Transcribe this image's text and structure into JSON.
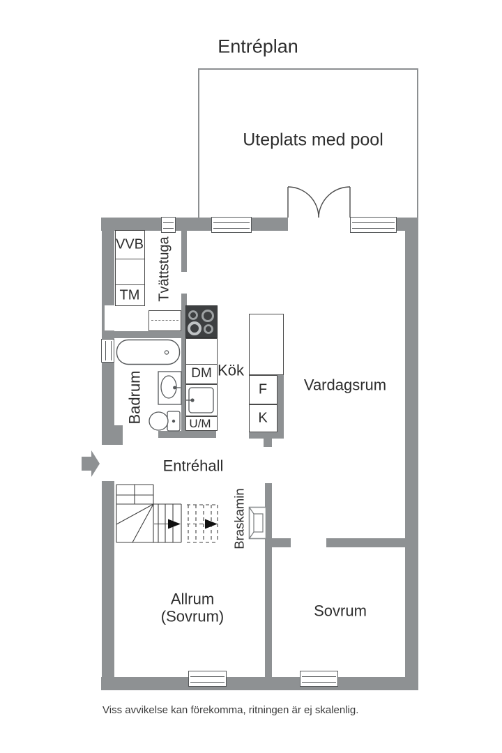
{
  "title": "Entréplan",
  "disclaimer": "Viss avvikelse kan förekomma, ritningen är ej skalenlig.",
  "rooms": {
    "uteplats": "Uteplats med pool",
    "tvattstuga": "Tvättstuga",
    "badrum": "Badrum",
    "kok": "Kök",
    "vardagsrum": "Vardagsrum",
    "entrehall": "Entréhall",
    "braskamin": "Braskamin",
    "allrum_line1": "Allrum",
    "allrum_line2": "(Sovrum)",
    "sovrum": "Sovrum"
  },
  "appliances": {
    "vvb": "VVB",
    "tm": "TM",
    "dm": "DM",
    "um": "U/M",
    "f": "F",
    "k": "K"
  },
  "colors": {
    "wall": "#8e9193",
    "line": "#4a4a4a",
    "text": "#2d2d2d",
    "stove": "#3d3f41"
  }
}
